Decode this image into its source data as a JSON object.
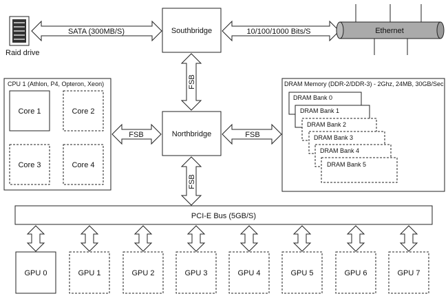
{
  "nodes": {
    "raid_drive": "Raid drive",
    "southbridge": "Southbridge",
    "ethernet": "Ethernet",
    "northbridge": "Northbridge",
    "pcie_bus": "PCI-E Bus (5GB/S)"
  },
  "links": {
    "sata": "SATA (300MB/S)",
    "ethernet_speed": "10/100/1000 Bits/S",
    "fsb_top": "FSB",
    "fsb_left": "FSB",
    "fsb_right": "FSB",
    "fsb_bottom": "FSB"
  },
  "cpu": {
    "title": "CPU 1 (Athlon, P4, Opteron, Xeon)",
    "cores": [
      "Core 1",
      "Core 2",
      "Core 3",
      "Core 4"
    ]
  },
  "dram": {
    "title": "DRAM Memory (DDR-2/DDR-3) - 2Ghz, 24MB, 30GB/Sec",
    "banks": [
      "DRAM Bank 0",
      "DRAM Bank 1",
      "DRAM Bank 2",
      "DRAM Bank 3",
      "DRAM Bank 4",
      "DRAM Bank 5"
    ]
  },
  "gpus": [
    "GPU 0",
    "GPU 1",
    "GPU 2",
    "GPU 3",
    "GPU 4",
    "GPU 5",
    "GPU 6",
    "GPU 7"
  ]
}
